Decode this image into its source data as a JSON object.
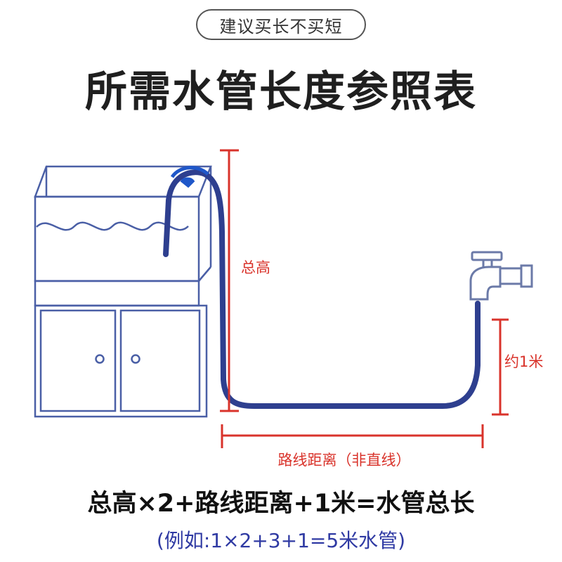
{
  "badge": {
    "text": "建议买长不买短"
  },
  "title": "所需水管长度参照表",
  "diagram": {
    "label_total_height": "总高",
    "label_approx": "约1米",
    "label_route": "路线距离（非直线）"
  },
  "formula": "总高×2+路线距离+1米=水管总长",
  "example": "(例如:1×2+3+1=5米水管)",
  "colors": {
    "cabinet_outline": "#4a5fa6",
    "hose": "#2e3f8f",
    "measure_red": "#d9332b",
    "faucet": "#6b7aa8",
    "example_text": "#2f3aa3"
  }
}
